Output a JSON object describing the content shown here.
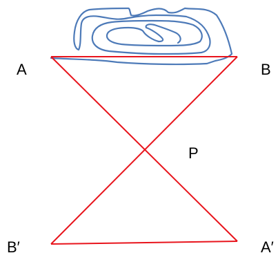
{
  "labels": {
    "a": "A",
    "b": "B",
    "p": "P",
    "b_prime": "B′",
    "a_prime": "A′"
  },
  "colors": {
    "lines": "#e8141c",
    "object_scribble": "#4d7ab8",
    "background": "#ffffff",
    "text": "#000000"
  }
}
